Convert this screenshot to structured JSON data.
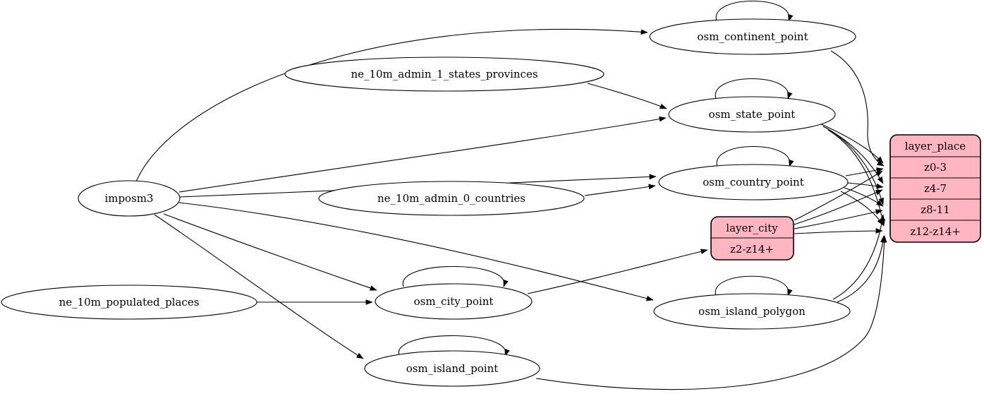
{
  "diagram": {
    "kind": "etl-graph",
    "colors": {
      "background": "#ffffff",
      "table_fill": "#ffffff",
      "layer_fill": "#ffb6c1",
      "stroke": "#000000"
    }
  },
  "nodes": {
    "imposm3": {
      "label": "imposm3",
      "shape": "ellipse"
    },
    "ne_10m_admin_1_states_provinces": {
      "label": "ne_10m_admin_1_states_provinces",
      "shape": "ellipse"
    },
    "ne_10m_admin_0_countries": {
      "label": "ne_10m_admin_0_countries",
      "shape": "ellipse"
    },
    "ne_10m_populated_places": {
      "label": "ne_10m_populated_places",
      "shape": "ellipse"
    },
    "osm_continent_point": {
      "label": "osm_continent_point",
      "shape": "ellipse"
    },
    "osm_state_point": {
      "label": "osm_state_point",
      "shape": "ellipse"
    },
    "osm_country_point": {
      "label": "osm_country_point",
      "shape": "ellipse"
    },
    "osm_city_point": {
      "label": "osm_city_point",
      "shape": "ellipse"
    },
    "osm_island_polygon": {
      "label": "osm_island_polygon",
      "shape": "ellipse"
    },
    "osm_island_point": {
      "label": "osm_island_point",
      "shape": "ellipse"
    }
  },
  "records": {
    "layer_city": {
      "title": "layer_city",
      "rows": [
        "z2-z14+"
      ]
    },
    "layer_place": {
      "title": "layer_place",
      "rows": [
        "z0-3",
        "z4-7",
        "z8-11",
        "z12-z14+"
      ]
    }
  },
  "edges": [
    {
      "from": "imposm3",
      "to": "osm_continent_point"
    },
    {
      "from": "imposm3",
      "to": "osm_state_point"
    },
    {
      "from": "imposm3",
      "to": "osm_country_point"
    },
    {
      "from": "imposm3",
      "to": "osm_city_point"
    },
    {
      "from": "imposm3",
      "to": "osm_island_polygon"
    },
    {
      "from": "imposm3",
      "to": "osm_island_point"
    },
    {
      "from": "ne_10m_admin_1_states_provinces",
      "to": "osm_state_point"
    },
    {
      "from": "ne_10m_admin_0_countries",
      "to": "osm_country_point"
    },
    {
      "from": "ne_10m_populated_places",
      "to": "osm_city_point"
    },
    {
      "from": "osm_continent_point",
      "to": "osm_continent_point"
    },
    {
      "from": "osm_state_point",
      "to": "osm_state_point"
    },
    {
      "from": "osm_country_point",
      "to": "osm_country_point"
    },
    {
      "from": "osm_city_point",
      "to": "osm_city_point"
    },
    {
      "from": "osm_island_polygon",
      "to": "osm_island_polygon"
    },
    {
      "from": "osm_island_point",
      "to": "osm_island_point"
    },
    {
      "from": "osm_city_point",
      "to": "layer_city:z2-z14+"
    },
    {
      "from": "osm_continent_point",
      "to": "layer_place:z0-3"
    },
    {
      "from": "osm_state_point",
      "to": "layer_place:z0-3"
    },
    {
      "from": "osm_state_point",
      "to": "layer_place:z4-7"
    },
    {
      "from": "osm_state_point",
      "to": "layer_place:z8-11"
    },
    {
      "from": "osm_state_point",
      "to": "layer_place:z12-z14+"
    },
    {
      "from": "osm_country_point",
      "to": "layer_place:z0-3"
    },
    {
      "from": "osm_country_point",
      "to": "layer_place:z4-7"
    },
    {
      "from": "osm_country_point",
      "to": "layer_place:z8-11"
    },
    {
      "from": "osm_country_point",
      "to": "layer_place:z12-z14+"
    },
    {
      "from": "layer_city",
      "to": "layer_place:z0-3"
    },
    {
      "from": "layer_city",
      "to": "layer_place:z4-7"
    },
    {
      "from": "layer_city",
      "to": "layer_place:z8-11"
    },
    {
      "from": "layer_city",
      "to": "layer_place:z12-z14+"
    },
    {
      "from": "osm_island_polygon",
      "to": "layer_place:z8-11"
    },
    {
      "from": "osm_island_polygon",
      "to": "layer_place:z12-z14+"
    },
    {
      "from": "osm_island_point",
      "to": "layer_place:z12-z14+"
    }
  ]
}
